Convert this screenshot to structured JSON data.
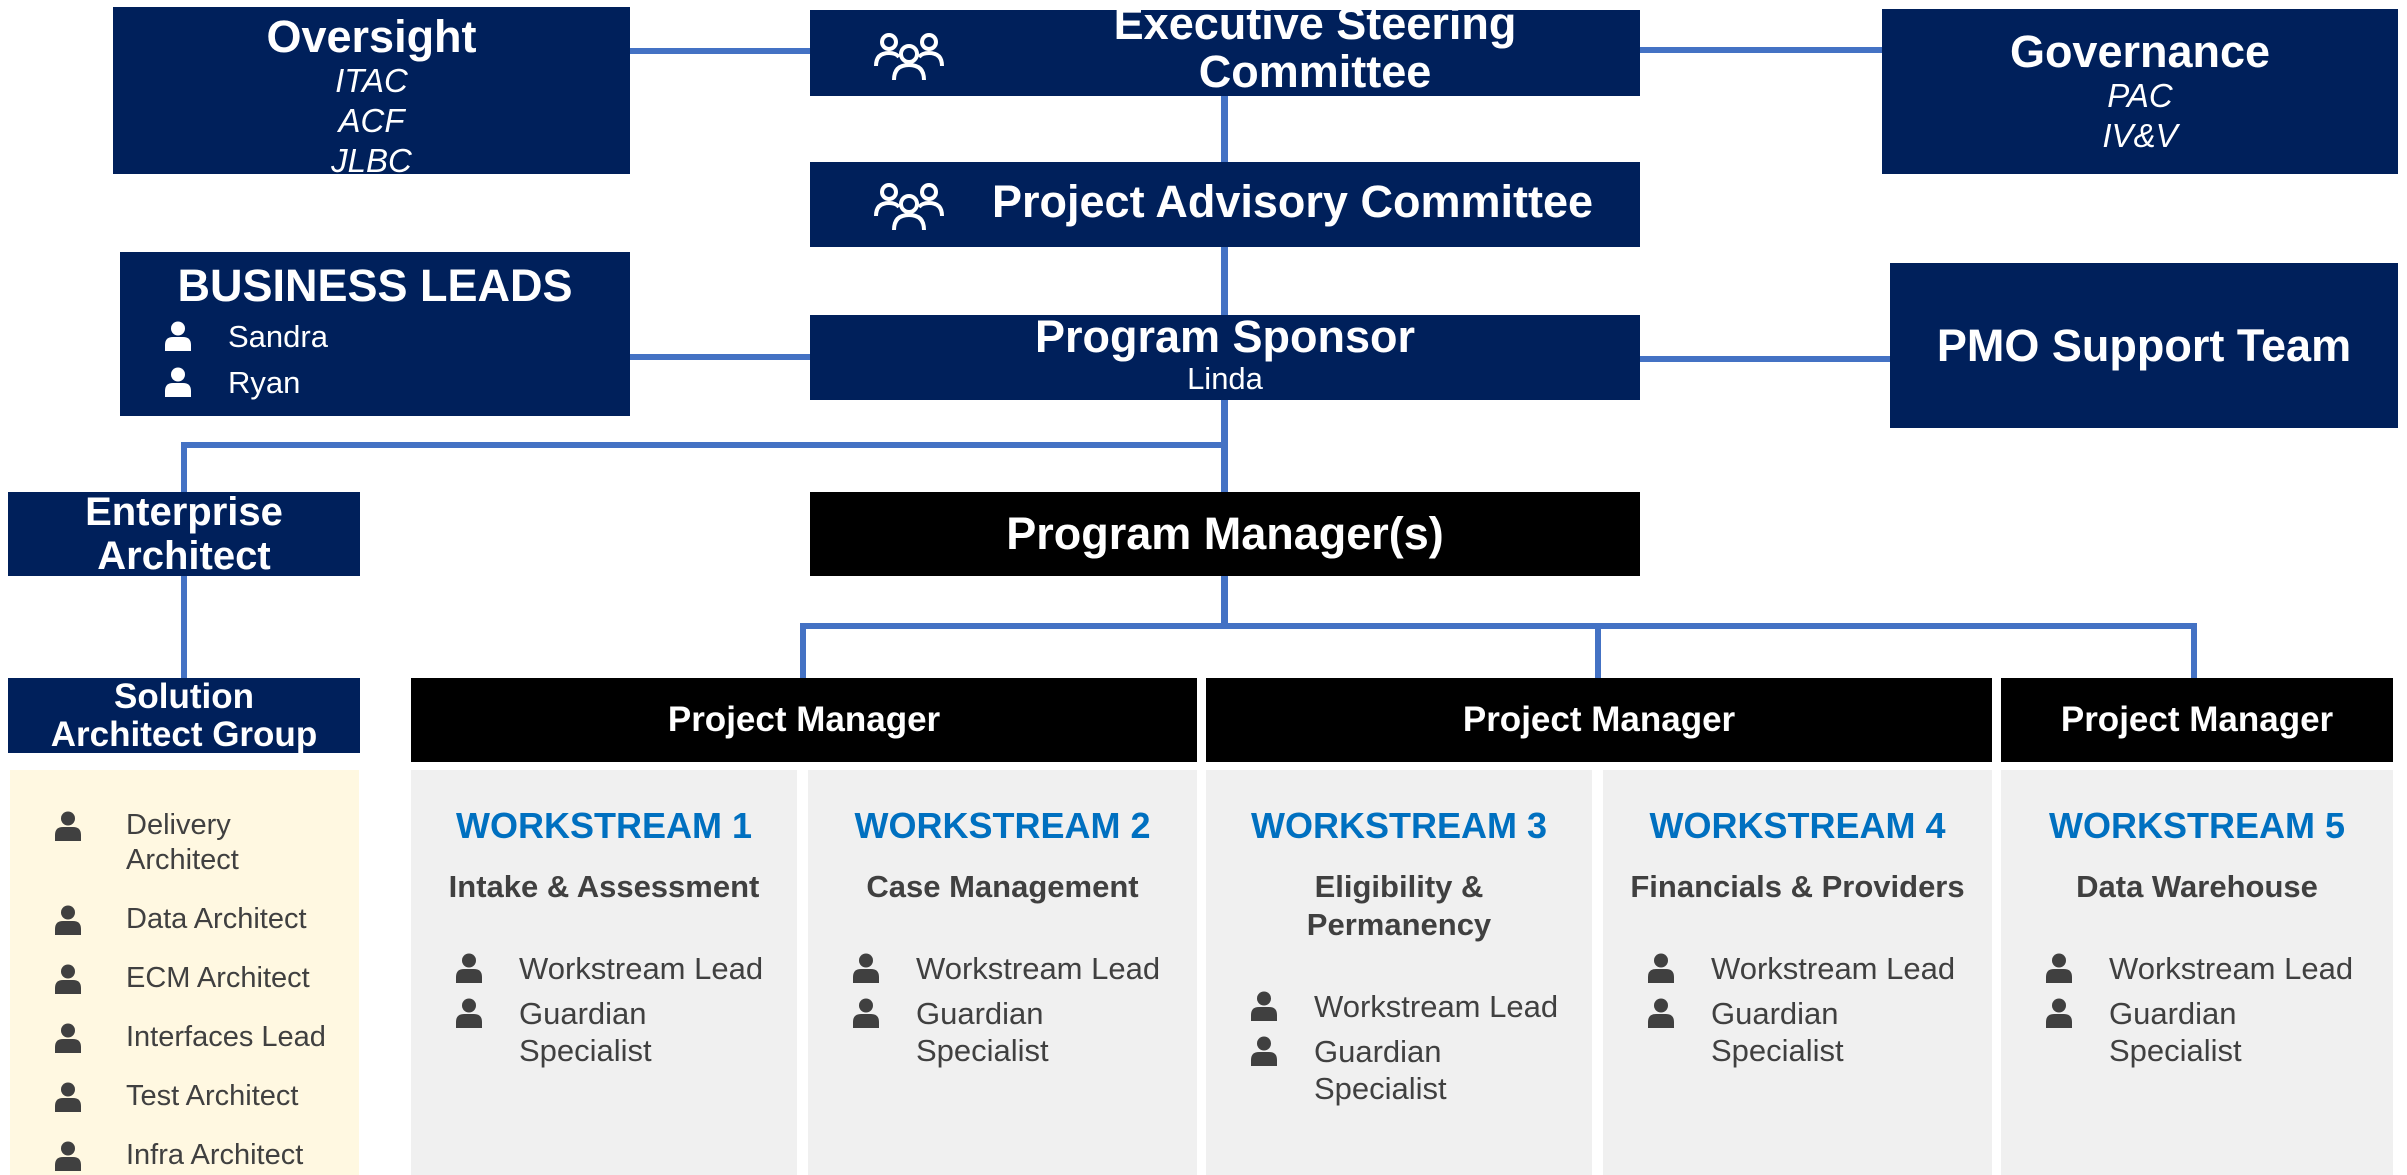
{
  "oversight": {
    "title": "Oversight",
    "items": [
      "ITAC",
      "ACF",
      "JLBC"
    ]
  },
  "executive": {
    "title_line1": "Executive Steering",
    "title_line2": "Committee"
  },
  "governance": {
    "title": "Governance",
    "items": [
      "PAC",
      "IV&V"
    ]
  },
  "pac": {
    "title": "Project Advisory Committee"
  },
  "business_leads": {
    "title": "BUSINESS LEADS",
    "people": [
      "Sandra",
      "Ryan"
    ]
  },
  "sponsor": {
    "title": "Program Sponsor",
    "name": "Linda"
  },
  "pmo": {
    "title": "PMO Support Team"
  },
  "enterprise_architect": {
    "line1": "Enterprise",
    "line2": "Architect"
  },
  "program_manager": {
    "title": "Program Manager(s)"
  },
  "solution_group": {
    "line1": "Solution",
    "line2": "Architect Group"
  },
  "project_managers": [
    "Project Manager",
    "Project Manager",
    "Project Manager"
  ],
  "architects": [
    {
      "line1": "Delivery",
      "line2": "Architect"
    },
    {
      "line1": "Data Architect"
    },
    {
      "line1": "ECM Architect"
    },
    {
      "line1": "Interfaces Lead"
    },
    {
      "line1": "Test Architect"
    },
    {
      "line1": "Infra Architect"
    }
  ],
  "workstreams": [
    {
      "title": "WORKSTREAM 1",
      "name_line1": "Intake & Assessment",
      "lead": "Workstream Lead",
      "spec_line1": "Guardian",
      "spec_line2": "Specialist"
    },
    {
      "title": "WORKSTREAM 2",
      "name_line1": "Case Management",
      "lead": "Workstream Lead",
      "spec_line1": "Guardian",
      "spec_line2": "Specialist"
    },
    {
      "title": "WORKSTREAM 3",
      "name_line1": "Eligibility &",
      "name_line2": "Permanency",
      "lead": "Workstream Lead",
      "spec_line1": "Guardian",
      "spec_line2": "Specialist"
    },
    {
      "title": "WORKSTREAM 4",
      "name_line1": "Financials & Providers",
      "lead": "Workstream Lead",
      "spec_line1": "Guardian",
      "spec_line2": "Specialist"
    },
    {
      "title": "WORKSTREAM 5",
      "name_line1": "Data Warehouse",
      "lead": "Workstream Lead",
      "spec_line1": "Guardian",
      "spec_line2": "Specialist"
    }
  ],
  "icons": {
    "group": "people-group-icon",
    "person": "person-icon"
  },
  "colors": {
    "navy": "#00205b",
    "connector": "#4472c4",
    "workstream_title": "#0070c0",
    "panel": "#f0f0f0",
    "architect_panel": "#fff8e1"
  }
}
